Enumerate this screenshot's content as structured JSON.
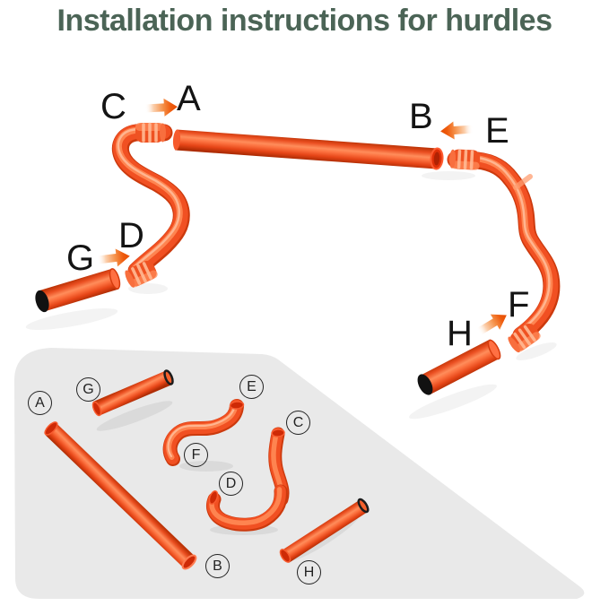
{
  "title": "Installation instructions for hurdles",
  "colors": {
    "title_green": "#4b6456",
    "tube_orange": "#ee4d21",
    "tube_highlight": "#ff8d5b",
    "tube_dark": "#bd3407",
    "panel_gray": "#e9e9e9",
    "label_black": "#1a1a1a",
    "arrow_orange": "#ee5a0c"
  },
  "assembly": {
    "labels": [
      {
        "id": "c",
        "text": "C"
      },
      {
        "id": "a",
        "text": "A"
      },
      {
        "id": "b",
        "text": "B"
      },
      {
        "id": "e",
        "text": "E"
      },
      {
        "id": "g",
        "text": "G"
      },
      {
        "id": "d",
        "text": "D"
      },
      {
        "id": "h",
        "text": "H"
      },
      {
        "id": "f",
        "text": "F"
      }
    ],
    "connections": [
      {
        "from": "C",
        "to": "A",
        "arrow": "right"
      },
      {
        "from": "E",
        "to": "B",
        "arrow": "left"
      },
      {
        "from": "G",
        "to": "D",
        "arrow": "right"
      },
      {
        "from": "H",
        "to": "F",
        "arrow": "up-right"
      }
    ]
  },
  "parts": {
    "labels": [
      {
        "id": "a",
        "text": "A"
      },
      {
        "id": "g",
        "text": "G"
      },
      {
        "id": "e",
        "text": "E"
      },
      {
        "id": "c",
        "text": "C"
      },
      {
        "id": "f",
        "text": "F"
      },
      {
        "id": "d",
        "text": "D"
      },
      {
        "id": "b",
        "text": "B"
      },
      {
        "id": "h",
        "text": "H"
      }
    ]
  }
}
